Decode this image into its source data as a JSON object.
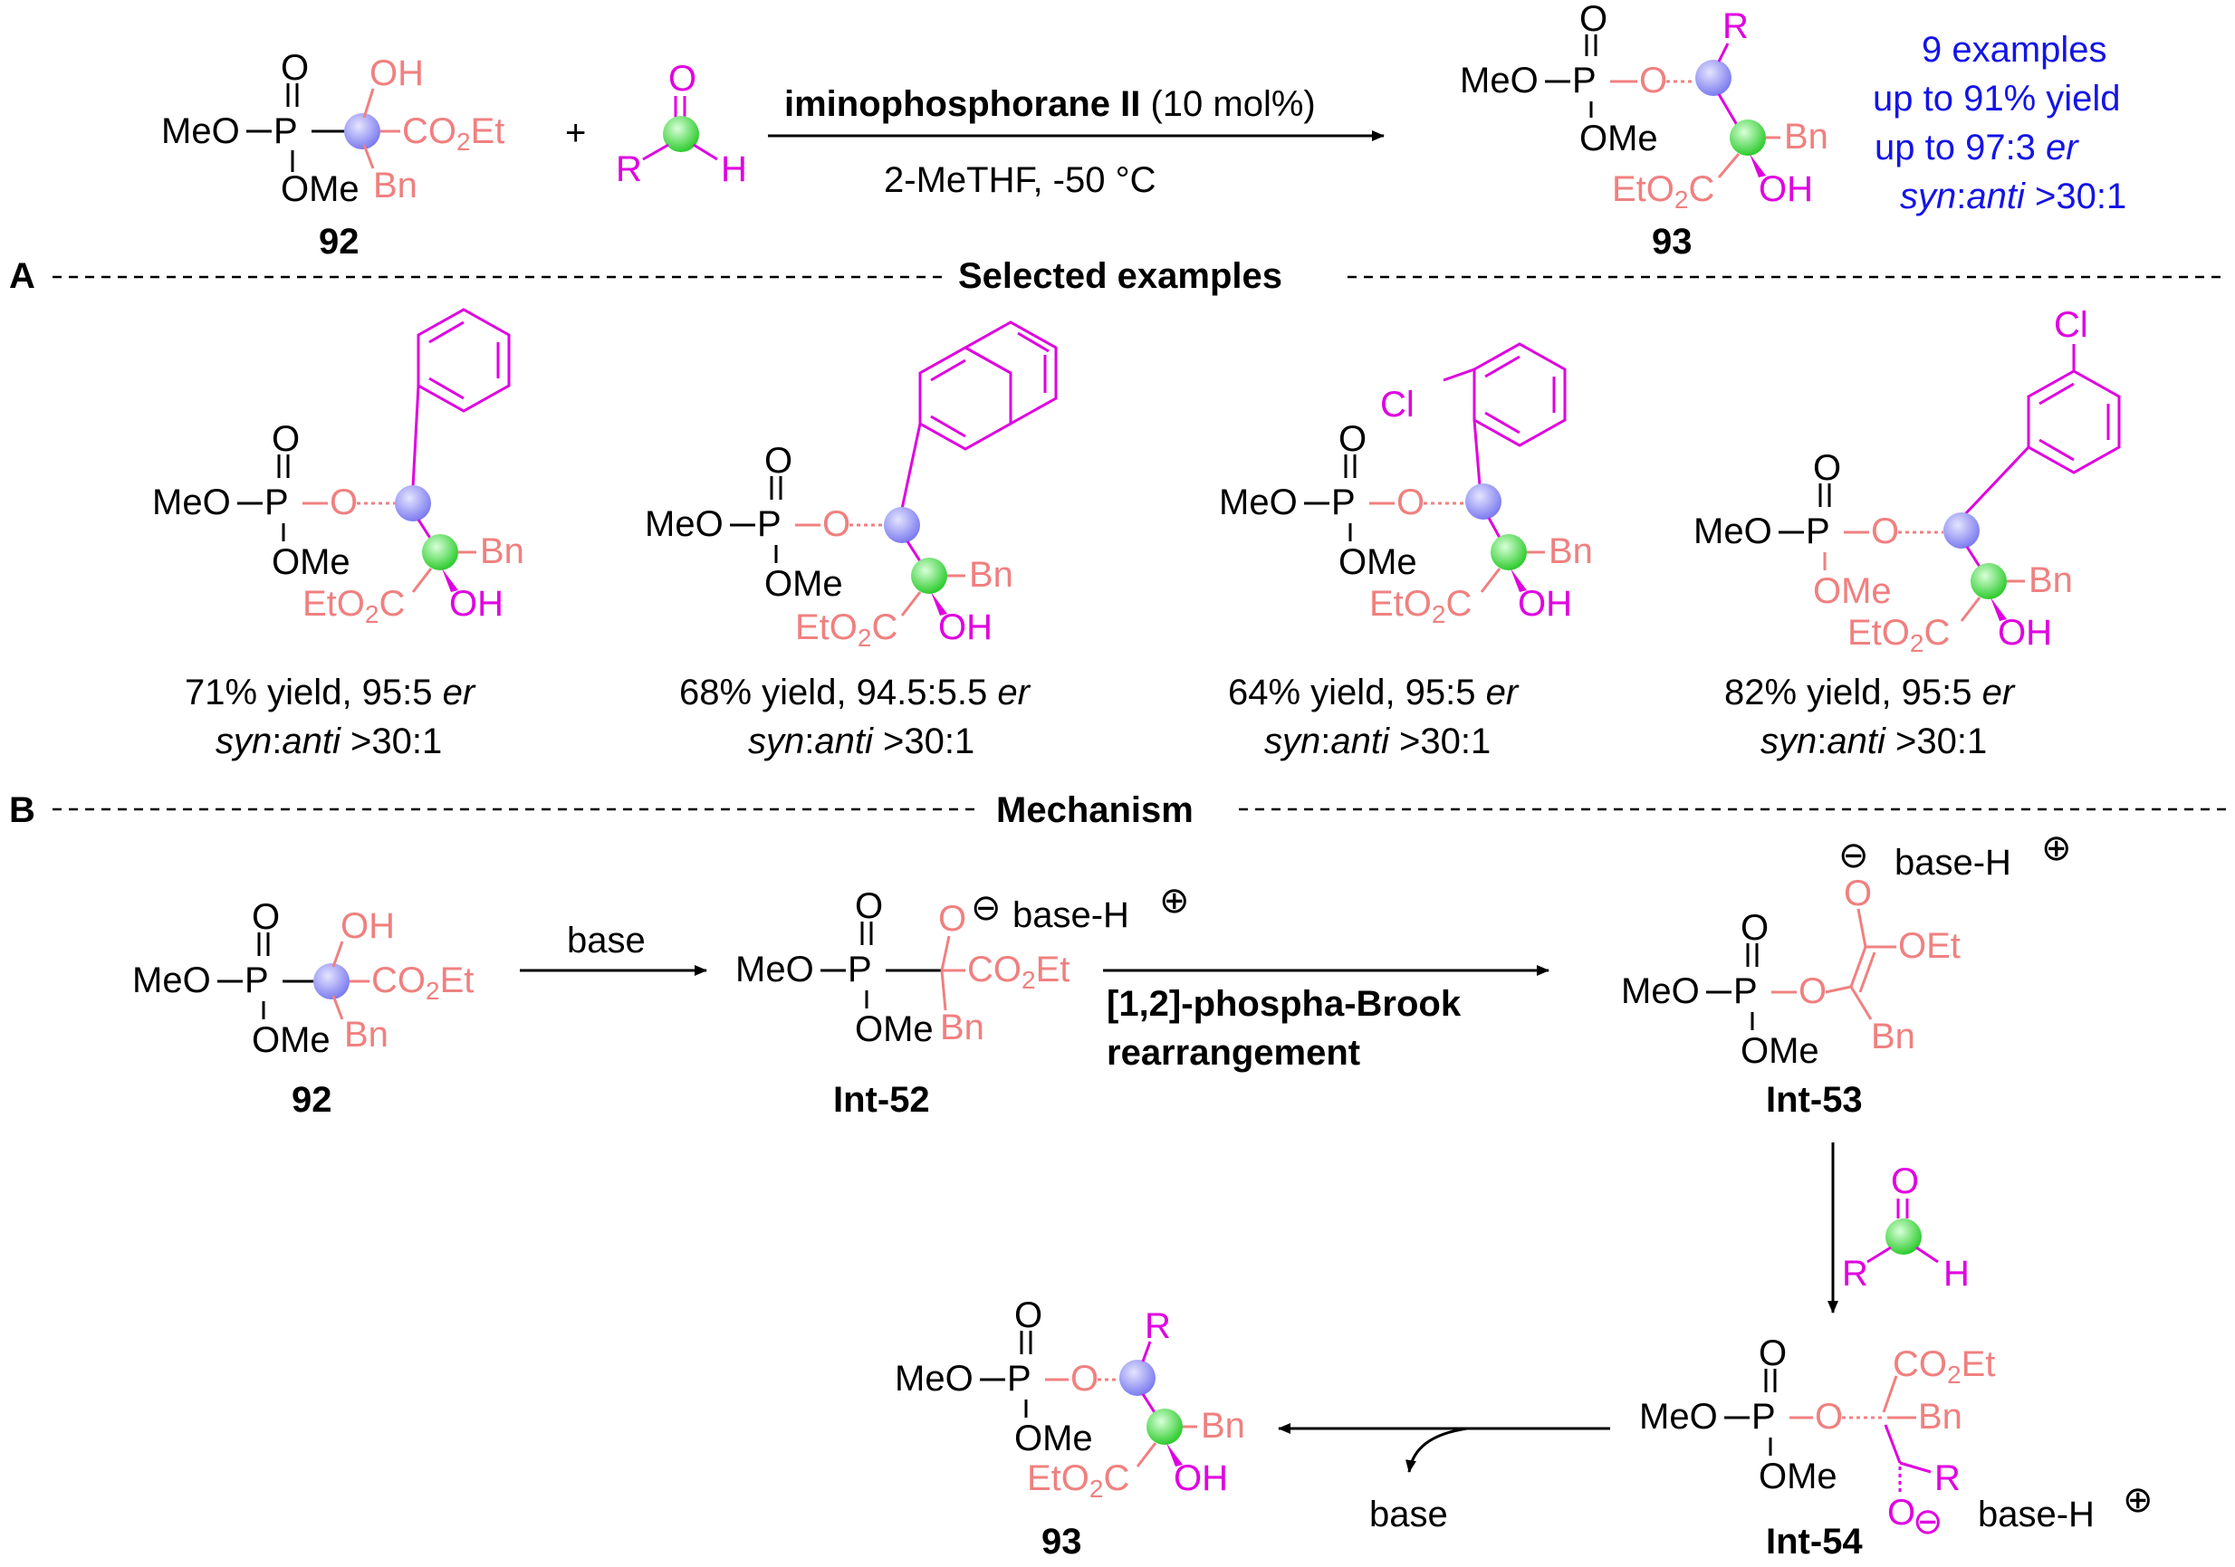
{
  "colors": {
    "black": "#000000",
    "salmon": "#F08080",
    "magenta": "#E000E0",
    "blue": "#1414E6",
    "purple_sphere": "#7C7CF0",
    "green_sphere": "#2ECC2E"
  },
  "reaction": {
    "reagent_label": "92",
    "product_label": "93",
    "catalyst": "iminophosphorane II",
    "loading": "(10 mol%)",
    "conditions": "2-MeTHF,  -50 °C",
    "plus": "+",
    "summary": {
      "examples": "9 examples",
      "yield": "up to 91% yield",
      "er_prefix": "up to 97:3 ",
      "er": "er",
      "syn": "syn",
      "colon": ":",
      "anti": "anti",
      "dr": " >30:1"
    }
  },
  "section_a": {
    "letter": "A",
    "title": "Selected examples"
  },
  "section_b": {
    "letter": "B",
    "title": "Mechanism"
  },
  "examples": [
    {
      "yield": "71% yield, 95:5 ",
      "er": "er",
      "syn": "syn",
      "colon": ":",
      "anti": "anti",
      "dr": " >30:1"
    },
    {
      "yield": "68% yield, 94.5:5.5 ",
      "er": "er",
      "syn": "syn",
      "colon": ":",
      "anti": "anti",
      "dr": " >30:1"
    },
    {
      "yield": "64% yield, 95:5 ",
      "er": "er",
      "syn": "syn",
      "colon": ":",
      "anti": "anti",
      "dr": " >30:1"
    },
    {
      "yield": "82% yield, 95:5 ",
      "er": "er",
      "syn": "syn",
      "colon": ":",
      "anti": "anti",
      "dr": " >30:1"
    }
  ],
  "mechanism": {
    "base": "base",
    "base_h": "base-H",
    "int52": "Int-52",
    "int53": "Int-53",
    "int54": "Int-54",
    "start": "92",
    "product": "93",
    "step2_line1": "[1,2]-phospha-Brook",
    "step2_line2": "rearrangement",
    "base_out": "base"
  },
  "atoms": {
    "meo": "MeO",
    "ome": "OMe",
    "p": "P",
    "o": "O",
    "oh": "OH",
    "et": "Et",
    "bn": "Bn",
    "r": "R",
    "h": "H",
    "cl": "Cl",
    "oet": "OEt",
    "co2et_a": "CO",
    "co2et_b": "2",
    "co2et_c": "Et",
    "eto2c_a": "EtO",
    "eto2c_b": "2",
    "eto2c_c": "C",
    "minus": "⊖",
    "plus": "⊕"
  }
}
